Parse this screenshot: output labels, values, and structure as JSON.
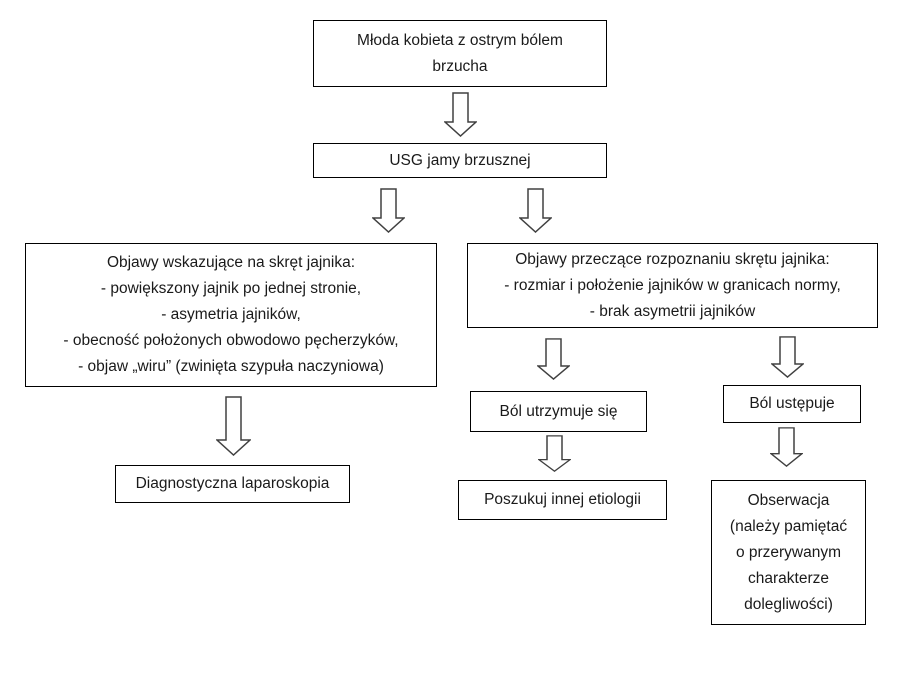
{
  "diagram": {
    "type": "flowchart",
    "language": "Polish",
    "topic": "Diagnostic algorithm for suspected ovarian torsion",
    "colors": {
      "background": "#ffffff",
      "box_border": "#000000",
      "text": "#1a1a1a",
      "arrow_outline": "#404040"
    },
    "nodes": {
      "start": {
        "text": "Młoda kobieta z ostrym bólem\nbrzucha"
      },
      "usg": {
        "text": "USG jamy brzusznej"
      },
      "indicating": {
        "text": "Objawy wskazujące na skręt jajnika:\n- powiększony jajnik po jednej stronie,\n- asymetria jajników,\n- obecność położonych obwodowo pęcherzyków,\n- objaw „wiru” (zwinięta szypuła naczyniowa)"
      },
      "contradicting": {
        "text": "Objawy przeczące rozpoznaniu skrętu jajnika:\n- rozmiar i położenie jajników w granicach normy,\n- brak asymetrii jajników"
      },
      "laparoscopy": {
        "text": "Diagnostyczna laparoskopia"
      },
      "pain_persists": {
        "text": "Ból utrzymuje się"
      },
      "pain_subsides": {
        "text": "Ból ustępuje"
      },
      "other_etiology": {
        "text": "Poszukuj innej etiologii"
      },
      "observation": {
        "text": "Obserwacja\n(należy pamiętać\no przerywanym\ncharakterze\ndolegliwości)"
      }
    },
    "edges": [
      {
        "from": "start",
        "to": "usg"
      },
      {
        "from": "usg",
        "to": "indicating"
      },
      {
        "from": "usg",
        "to": "contradicting"
      },
      {
        "from": "indicating",
        "to": "laparoscopy"
      },
      {
        "from": "contradicting",
        "to": "pain_persists"
      },
      {
        "from": "contradicting",
        "to": "pain_subsides"
      },
      {
        "from": "pain_persists",
        "to": "other_etiology"
      },
      {
        "from": "pain_subsides",
        "to": "observation"
      }
    ]
  }
}
